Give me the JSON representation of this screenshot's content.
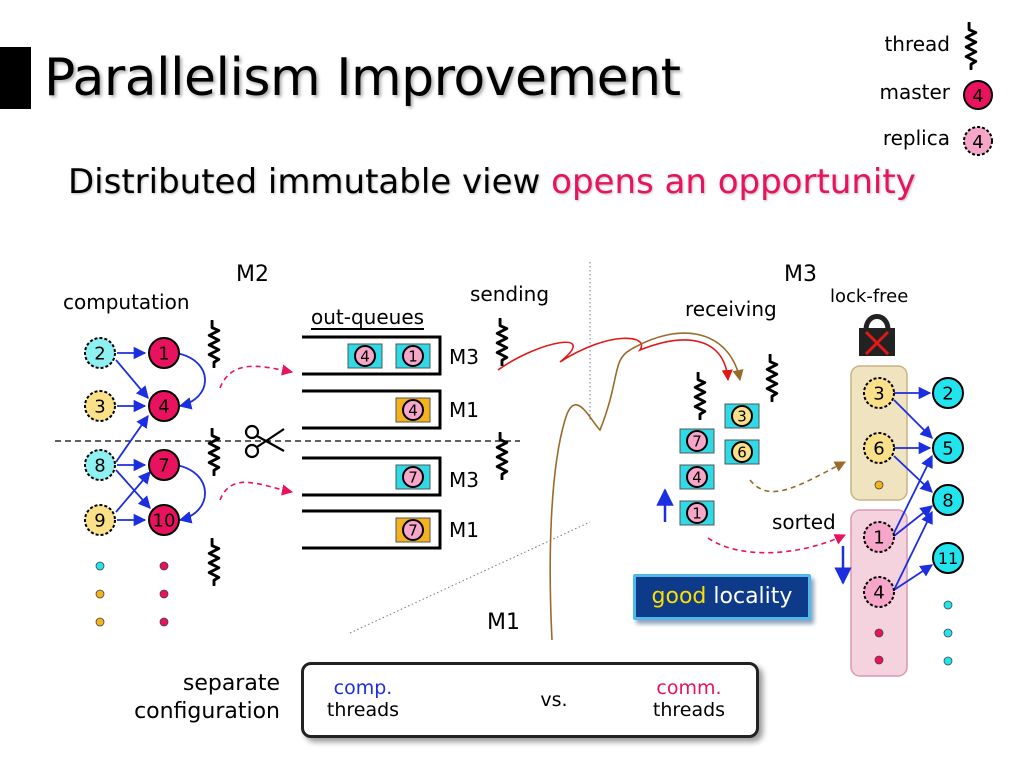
{
  "title": "Parallelism Improvement",
  "subtitle": {
    "main": "Distributed immutable view",
    "highlight": "opens an opportunity"
  },
  "legend": {
    "thread": "thread",
    "master": "master",
    "master_num": "4",
    "replica": "replica",
    "replica_num": "4"
  },
  "machines": {
    "m2": "M2",
    "m3": "M3",
    "m1": "M1"
  },
  "labels": {
    "computation": "computation",
    "out_queues": "out-queues",
    "sending": "sending",
    "receiving": "receiving",
    "lock_free": "lock-free",
    "sorted": "sorted"
  },
  "m2_vertices": {
    "left": [
      "2",
      "3",
      "8",
      "9"
    ],
    "right": [
      "1",
      "4",
      "7",
      "10"
    ]
  },
  "queues": [
    {
      "items": [
        "4",
        "1"
      ],
      "dest": "M3"
    },
    {
      "items": [
        "4"
      ],
      "dest": "M1"
    },
    {
      "items": [
        "7"
      ],
      "dest": "M3"
    },
    {
      "items": [
        "7"
      ],
      "dest": "M1"
    }
  ],
  "m3_received": {
    "left": [
      "7",
      "4",
      "1"
    ],
    "right": [
      "3",
      "6"
    ]
  },
  "m3_replicas_sorted": [
    "3",
    "6"
  ],
  "m3_masters_sorted": [
    "1",
    "4"
  ],
  "m3_targets": [
    "2",
    "5",
    "8",
    "11"
  ],
  "good_locality": {
    "good": "good",
    "rest": "locality"
  },
  "config": {
    "label_line1": "separate",
    "label_line2": "configuration",
    "comp_line1": "comp.",
    "comp_line2": "threads",
    "vs": "vs.",
    "comm_line1": "comm.",
    "comm_line2": "threads"
  },
  "colors": {
    "master": "#e8125e",
    "replica_pink": "#f6a6c8",
    "replica_yellow": "#fbe08a",
    "replica_cyan": "#8ff0f2",
    "target_cyan": "#22e4ee",
    "comp_thread": "#1b2ee0",
    "comm_thread": "#e8125e",
    "edge_blue": "#1b2ee0"
  }
}
